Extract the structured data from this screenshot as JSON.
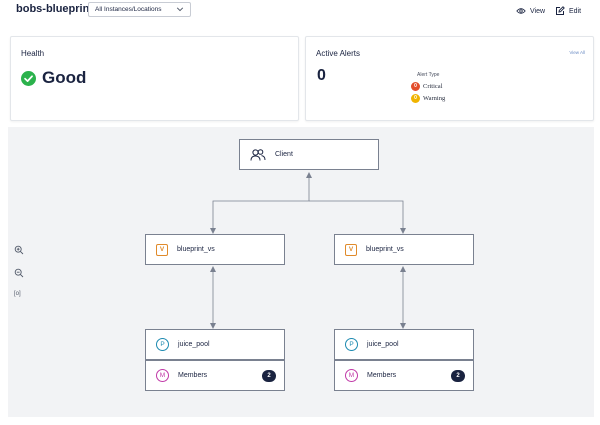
{
  "header": {
    "title": "bobs-blueprint",
    "instance_select": "All Instances/Locations",
    "view_label": "View",
    "edit_label": "Edit"
  },
  "health": {
    "title": "Health",
    "status": "Good",
    "status_color": "#2bb24c"
  },
  "alerts": {
    "title": "Active Alerts",
    "count": "0",
    "view_all": "View All",
    "type_label": "Alert Type",
    "critical_count": "0",
    "critical_label": "Critical",
    "critical_color": "#e34d2b",
    "warning_count": "0",
    "warning_label": "Warning",
    "warning_color": "#f0b400"
  },
  "canvas": {
    "fit_label": "[o]",
    "client": {
      "label": "Client",
      "icon": "users-icon"
    },
    "virtual_services": [
      {
        "badge": "V",
        "label": "blueprint_vs"
      },
      {
        "badge": "V",
        "label": "blueprint_vs"
      }
    ],
    "pools": [
      {
        "badge": "P",
        "label": "juice_pool",
        "members_badge": "M",
        "members_label": "Members",
        "members_count": "2"
      },
      {
        "badge": "P",
        "label": "juice_pool",
        "members_badge": "M",
        "members_label": "Members",
        "members_count": "2"
      }
    ]
  }
}
